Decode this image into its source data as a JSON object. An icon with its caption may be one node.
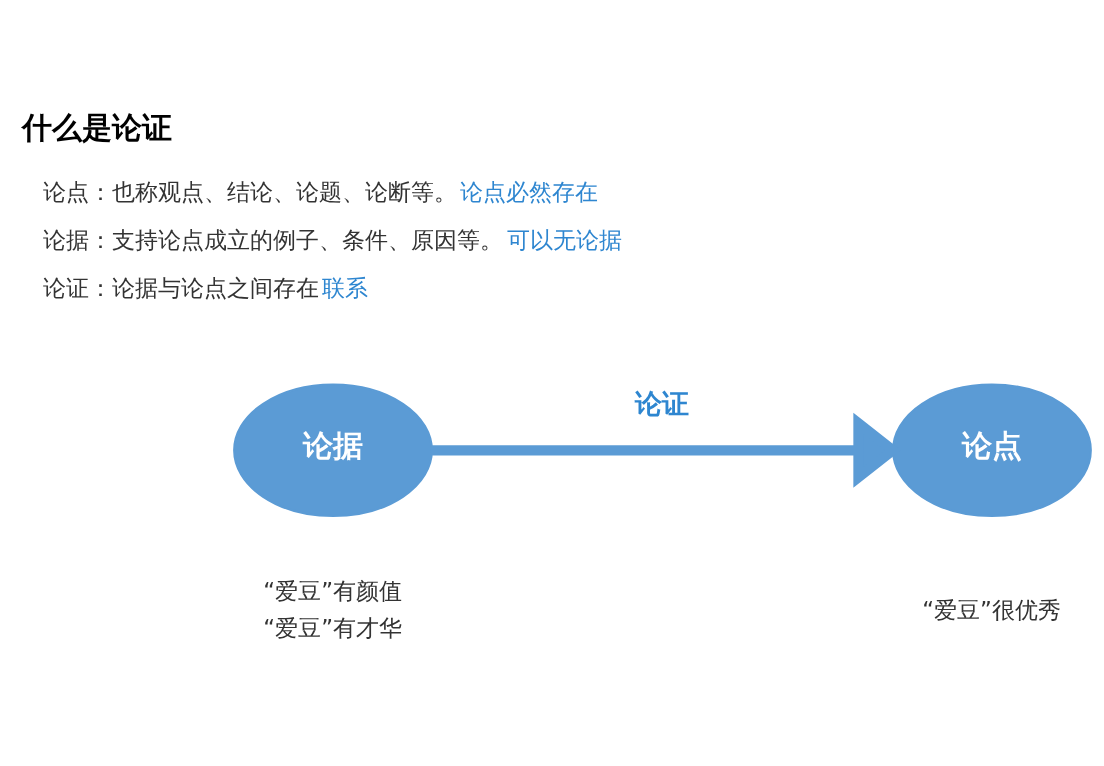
{
  "diagram": {
    "title": "什么是论证",
    "nodes": [
      {
        "text": [
          "论据"
        ],
        "beside": [
          "“爱豆”有颜值",
          "“爱豆”有才华"
        ]
      },
      {
        "text": [
          "论点"
        ],
        "beside": [
          "“爱豆”很优秀"
        ]
      }
    ],
    "edges": [
      {
        "from": 0,
        "to": 1,
        "arrow": "to",
        "label": "论证"
      }
    ],
    "labels": [
      "论点：也称观点、结论、论题、论断等。",
      "论点必然存在",
      "论据：支持论点成立的例子、条件、原因等。",
      "可以无论据",
      "论证：论据与论点之间存在",
      "联系"
    ]
  }
}
